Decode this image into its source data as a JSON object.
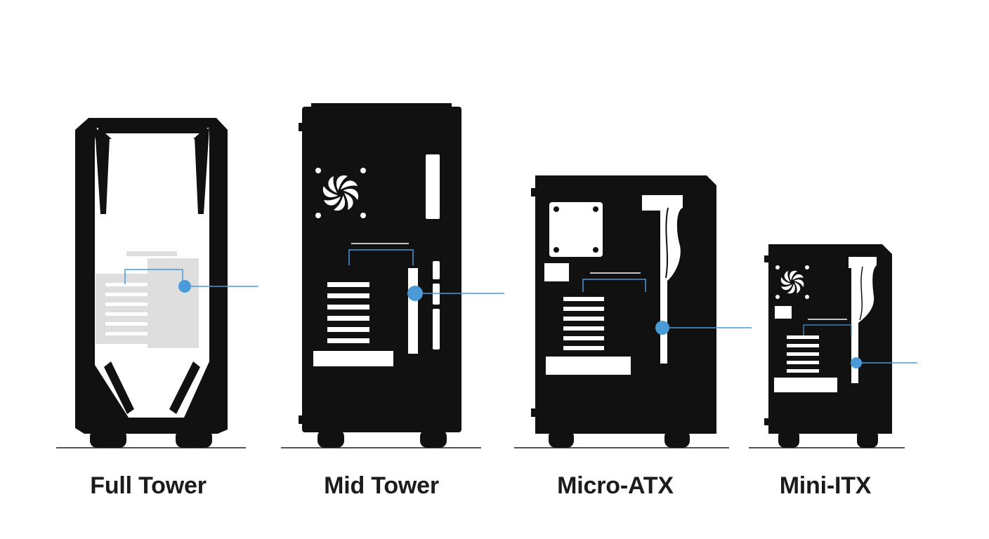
{
  "colors": {
    "case_fill": "#111111",
    "background": "#ffffff",
    "callout_accent": "#4a9ad8",
    "ground_line": "#555555",
    "window_panel": "#ffffff",
    "component_shadow": "#dcdcdc"
  },
  "cases": [
    {
      "id": "full-tower",
      "label": "Full Tower",
      "icons": [
        "side-window",
        "motherboard",
        "callout-dot"
      ]
    },
    {
      "id": "mid-tower",
      "label": "Mid Tower",
      "icons": [
        "fan-icon",
        "motherboard",
        "gpu-slot",
        "callout-dot"
      ]
    },
    {
      "id": "micro-atx",
      "label": "Micro-ATX",
      "icons": [
        "fan-mount-icon",
        "motherboard",
        "psu-cable",
        "callout-dot"
      ]
    },
    {
      "id": "mini-itx",
      "label": "Mini-ITX",
      "icons": [
        "fan-icon",
        "motherboard",
        "psu-cable",
        "callout-dot"
      ]
    }
  ]
}
